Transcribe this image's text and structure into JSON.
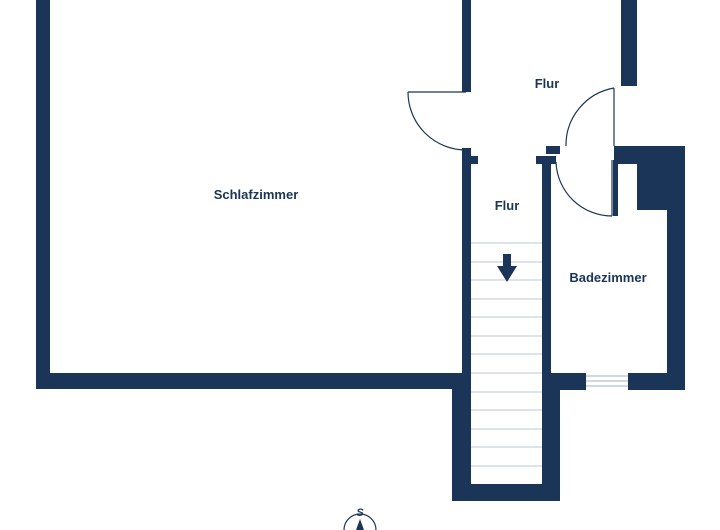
{
  "rooms": {
    "schlafzimmer": "Schlafzimmer",
    "flur_upper": "Flur",
    "flur_lower": "Flur",
    "badezimmer": "Badezimmer"
  },
  "compass": {
    "label": "S",
    "icon": "compass-icon"
  },
  "colors": {
    "wall": "#1b3558",
    "background": "#ffffff",
    "stairs": "#c9d2dc"
  }
}
